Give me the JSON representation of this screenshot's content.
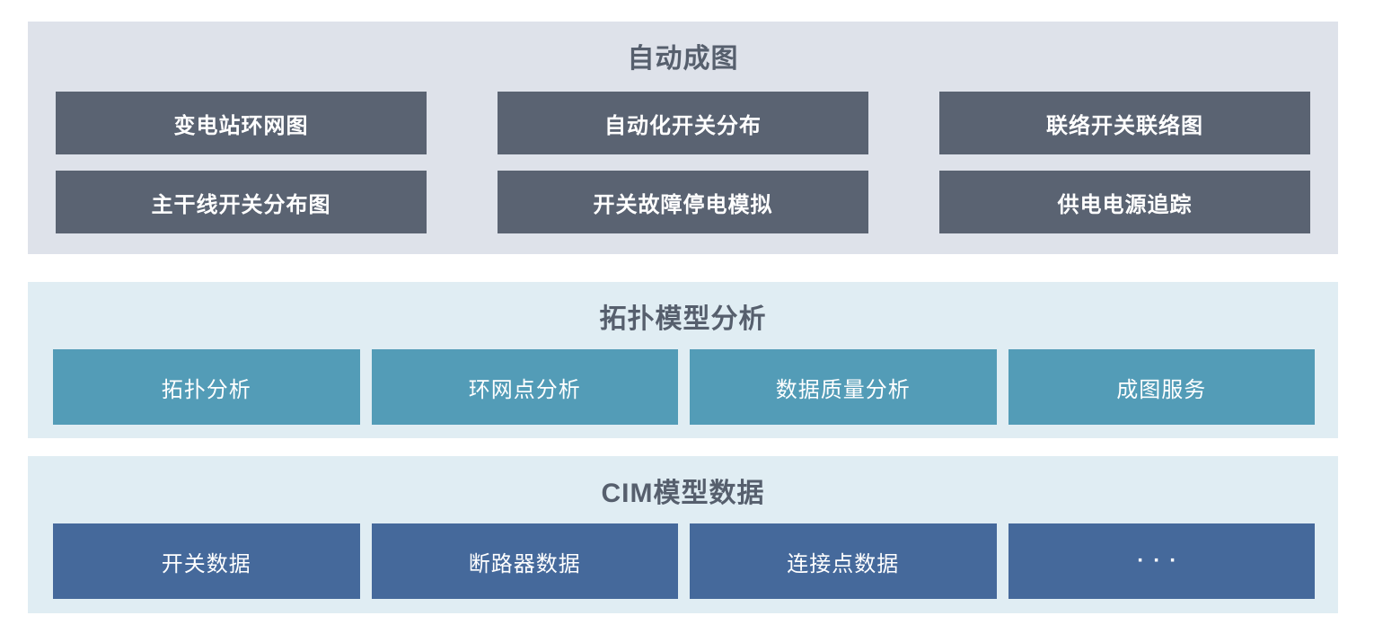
{
  "sections": [
    {
      "title": "自动成图",
      "buttons": [
        "变电站环网图",
        "自动化开关分布",
        "联络开关联络图",
        "主干线开关分布图",
        "开关故障停电模拟",
        "供电电源追踪"
      ]
    },
    {
      "title": "拓扑模型分析",
      "buttons": [
        "拓扑分析",
        "环网点分析",
        "数据质量分析",
        "成图服务"
      ]
    },
    {
      "title": "CIM模型数据",
      "buttons": [
        "开关数据",
        "断路器数据",
        "连接点数据",
        "···"
      ]
    }
  ],
  "colors": {
    "section1_bg": "#dee2ea",
    "section23_bg": "#e0edf3",
    "dark_button": "#5a6372",
    "teal_button": "#539cb7",
    "blue_button": "#45699b",
    "title_text": "#565f6d",
    "button_text": "#ffffff"
  }
}
